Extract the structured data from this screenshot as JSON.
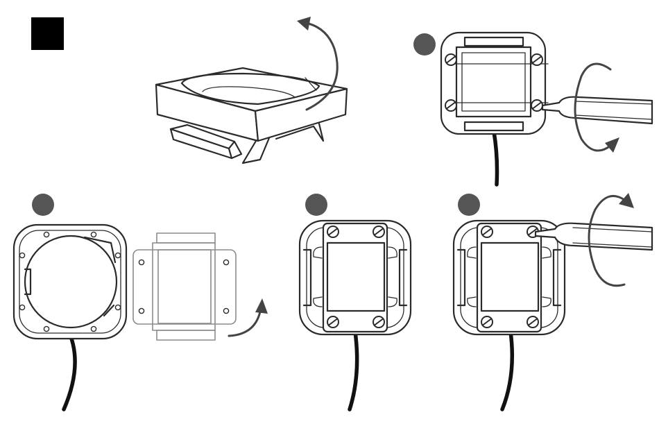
{
  "colors": {
    "line": "#2a2a2a",
    "step_dot": "#555555",
    "section_marker": "#000000",
    "cable": "#111111",
    "arrow": "#444444"
  },
  "section_marker": {
    "shape": "filled-square"
  },
  "steps": [
    {
      "panel": "remove-mount-bracket",
      "marker": "none",
      "arrow": "curved-lift"
    },
    {
      "panel": "unscrew-plate",
      "marker": "dot",
      "arrow": "rotate-counterclockwise"
    },
    {
      "panel": "bracket-ring-and-plate",
      "marker": "dot",
      "arrow": "curved-flip"
    },
    {
      "panel": "plate-fitted",
      "marker": "dot",
      "arrow": "none"
    },
    {
      "panel": "screw-plate",
      "marker": "dot",
      "arrow": "rotate-clockwise"
    }
  ]
}
